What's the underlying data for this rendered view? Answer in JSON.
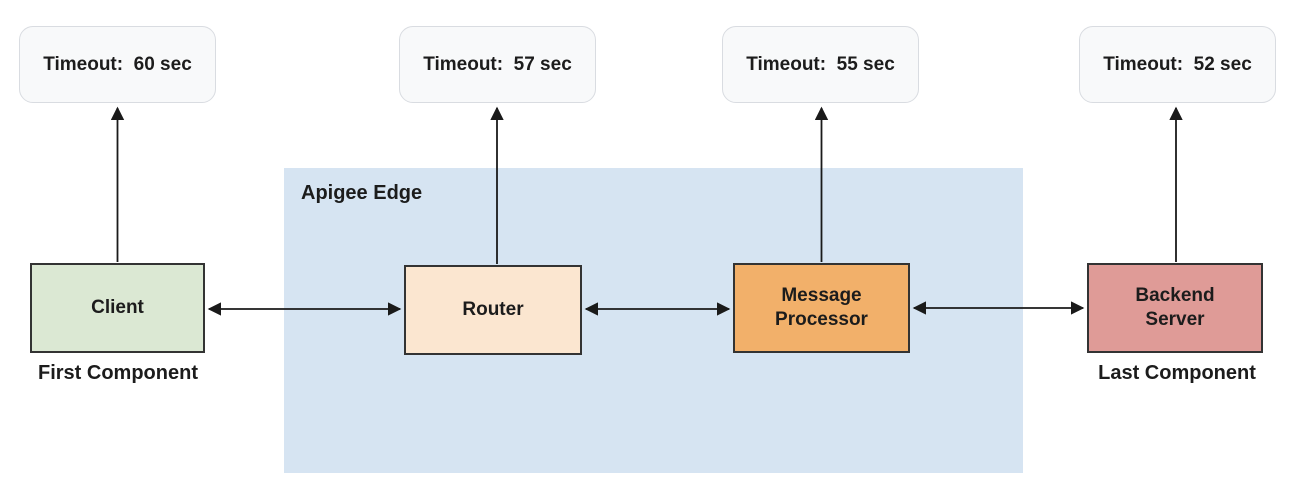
{
  "diagram": {
    "region": {
      "label": "Apigee Edge",
      "background": "#d6e4f2"
    },
    "timeouts": [
      {
        "attached_to": "client",
        "label": "Timeout:  60 sec"
      },
      {
        "attached_to": "router",
        "label": "Timeout:  57 sec"
      },
      {
        "attached_to": "message-processor",
        "label": "Timeout:  55 sec"
      },
      {
        "attached_to": "backend-server",
        "label": "Timeout:  52 sec"
      }
    ],
    "nodes": [
      {
        "id": "client",
        "label": "Client",
        "caption": "First Component",
        "fill": "#dbe8d3",
        "inside_region": false
      },
      {
        "id": "router",
        "label": "Router",
        "fill": "#fbe6d0",
        "inside_region": true
      },
      {
        "id": "message-processor",
        "label": "Message Processor",
        "fill": "#f2b06a",
        "inside_region": true
      },
      {
        "id": "backend-server",
        "label": "Backend Server",
        "caption": "Last Component",
        "fill": "#df9b97",
        "inside_region": false
      }
    ],
    "connections": [
      {
        "from": "client",
        "to": "router",
        "bidirectional": true
      },
      {
        "from": "router",
        "to": "message-processor",
        "bidirectional": true
      },
      {
        "from": "message-processor",
        "to": "backend-server",
        "bidirectional": true
      },
      {
        "from": "client",
        "to": "timeout-60",
        "direction": "up"
      },
      {
        "from": "router",
        "to": "timeout-57",
        "direction": "up"
      },
      {
        "from": "message-processor",
        "to": "timeout-55",
        "direction": "up"
      },
      {
        "from": "backend-server",
        "to": "timeout-52",
        "direction": "up"
      }
    ],
    "colors": {
      "node_border": "#333333",
      "arrow": "#1a1a1a",
      "timeout_background": "#f8f9fa",
      "timeout_border": "#d9dce1",
      "text": "#1c1c1c"
    }
  }
}
